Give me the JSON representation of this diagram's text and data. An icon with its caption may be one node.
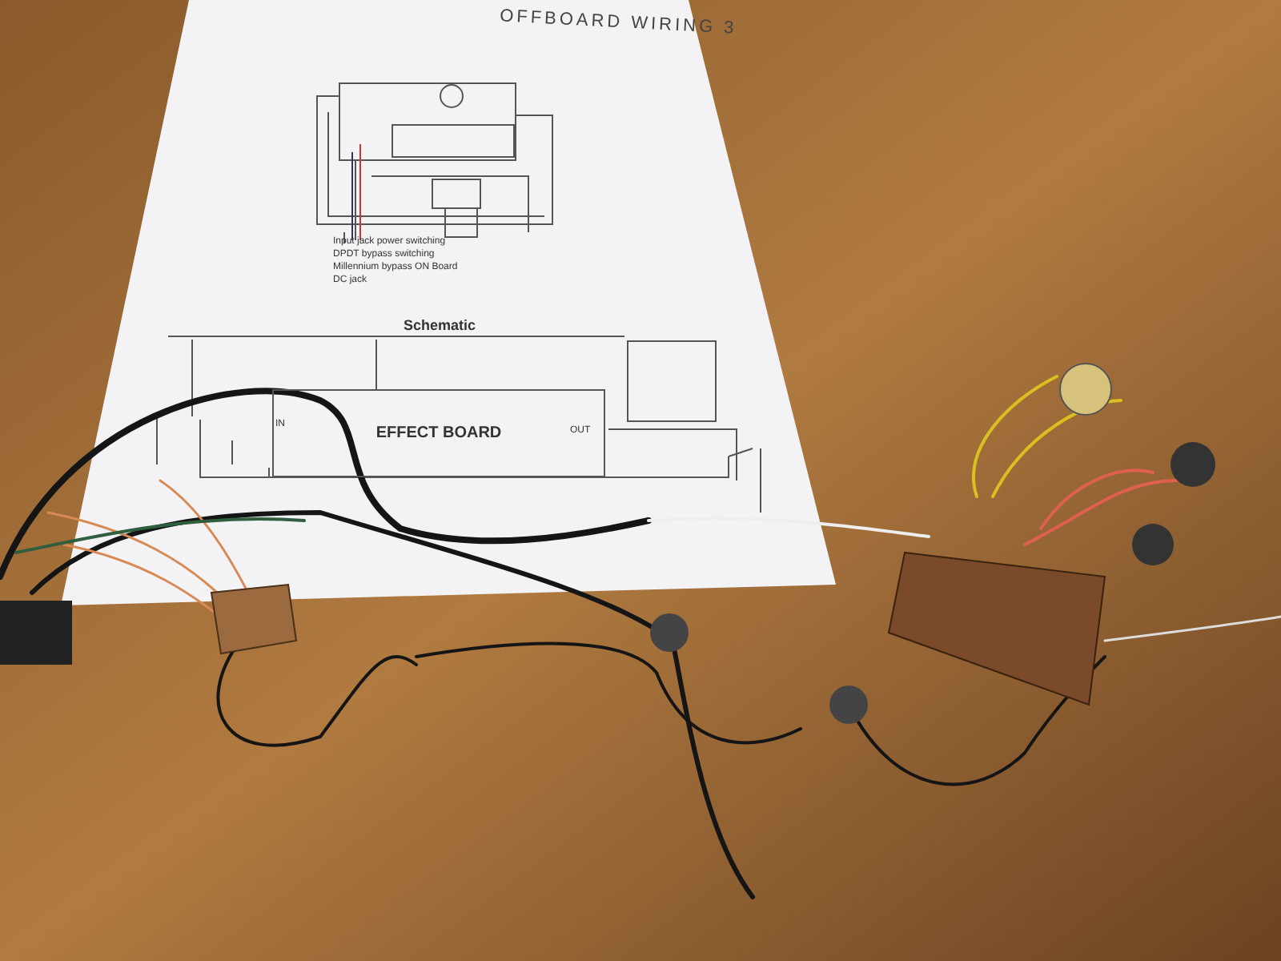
{
  "diagram": {
    "title": "OFFBOARD WIRING 3",
    "nodes": [
      {
        "text": [
          "EFFECT BOARD"
        ]
      }
    ],
    "labels": [
      "Input jack power switching",
      "DPDT bypass switching",
      "Millennium bypass ON Board",
      "DC jack",
      "Schematic",
      "IN",
      "OUT"
    ]
  }
}
